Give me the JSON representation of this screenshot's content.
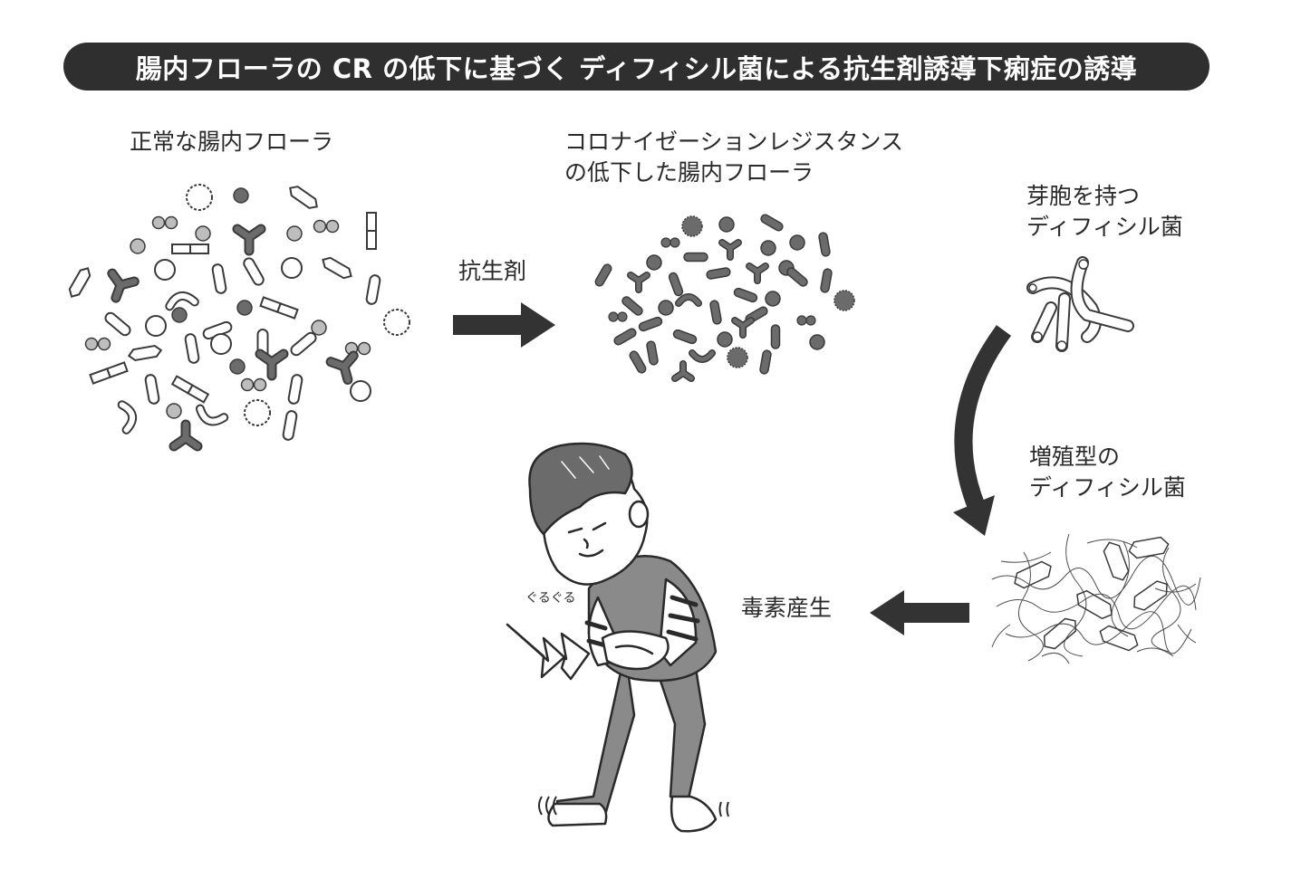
{
  "title": "腸内フローラの CR の低下に基づく ディフィシル菌による抗生剤誘導下痢症の誘導",
  "labels": {
    "normal_flora": "正常な腸内フローラ",
    "reduced_cr_line1": "コロナイゼーションレジスタンス",
    "reduced_cr_line2": "の低下した腸内フローラ",
    "spore_line1": "芽胞を持つ",
    "spore_line2": "ディフィシル菌",
    "vegetative_line1": "増殖型の",
    "vegetative_line2": "ディフィシル菌",
    "antibiotic": "抗生剤",
    "toxin": "毒素産生",
    "gurugur": "ぐるぐる"
  },
  "colors": {
    "title_bg": "#2f2f2f",
    "title_text": "#ffffff",
    "arrow": "#333333",
    "bacteria_dark": "#6b6b6b",
    "bacteria_light": "#bdbdbd",
    "outline": "#3a3a3a"
  },
  "icons": {
    "flow_arrow": "arrow-right-icon",
    "curve_arrow": "curved-arrow-down-icon",
    "toxin_arrow": "arrow-left-icon",
    "pain": "lightning-bolt-icon"
  }
}
